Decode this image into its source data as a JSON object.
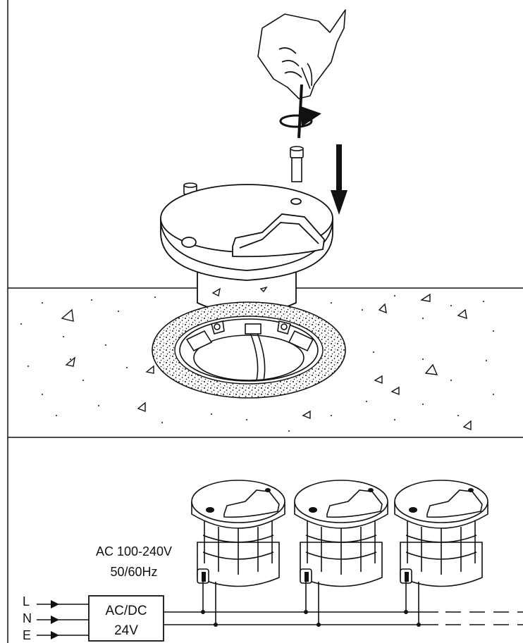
{
  "power_spec": {
    "voltage": "AC 100-240V",
    "frequency": "50/60Hz"
  },
  "driver": {
    "type": "AC/DC",
    "output": "24V"
  },
  "mains_terminals": [
    "L",
    "N",
    "E"
  ],
  "colors": {
    "ink": "#111111",
    "background": "#ffffff"
  },
  "icons": [
    "hand-icon",
    "rotate-arrow-icon",
    "down-arrow-icon",
    "screw-icon"
  ]
}
